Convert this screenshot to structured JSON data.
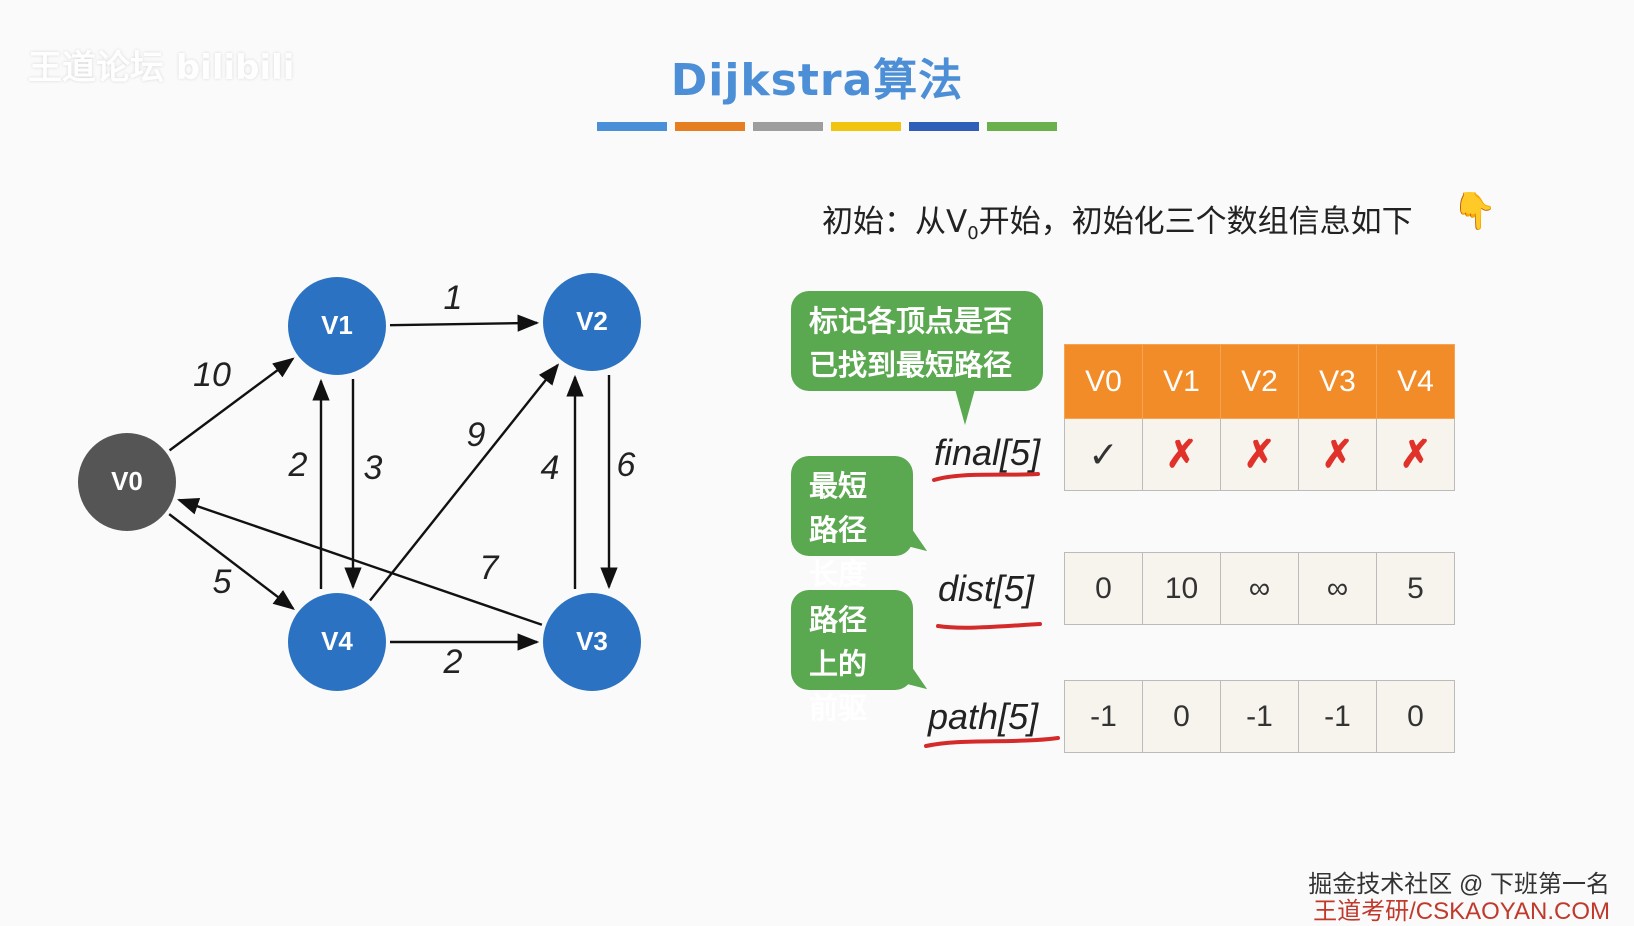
{
  "title": "Dijkstra算法",
  "title_bar_colors": [
    "#4a90d9",
    "#e67e22",
    "#9e9e9e",
    "#f1c40f",
    "#2f5fb8",
    "#6ab04c"
  ],
  "watermark_top": "王道论坛 bilibili",
  "watermark_bottom_1": "掘金技术社区 @ 下班第一名",
  "watermark_bottom_2": "王道考研/CSKAOYAN.COM",
  "init_text_before": "初始：从V",
  "init_text_sub": "0",
  "init_text_after": "开始，初始化三个数组信息如下",
  "hand_icon": "pointing-down-hand-icon",
  "graph": {
    "node_color": "#2b73c2",
    "start_node_color": "#555555",
    "nodes": [
      {
        "id": "V0",
        "label": "V0"
      },
      {
        "id": "V1",
        "label": "V1"
      },
      {
        "id": "V2",
        "label": "V2"
      },
      {
        "id": "V3",
        "label": "V3"
      },
      {
        "id": "V4",
        "label": "V4"
      }
    ],
    "edges": [
      {
        "from": "V0",
        "to": "V1",
        "weight": "10"
      },
      {
        "from": "V1",
        "to": "V2",
        "weight": "1"
      },
      {
        "from": "V1",
        "to": "V4",
        "weight": "2"
      },
      {
        "from": "V4",
        "to": "V1",
        "weight": "3"
      },
      {
        "from": "V4",
        "to": "V2",
        "weight": "9"
      },
      {
        "from": "V2",
        "to": "V3",
        "weight": "4"
      },
      {
        "from": "V3",
        "to": "V2",
        "weight": "6"
      },
      {
        "from": "V3",
        "to": "V0",
        "weight": "7"
      },
      {
        "from": "V0",
        "to": "V4",
        "weight": "5"
      },
      {
        "from": "V4",
        "to": "V3",
        "weight": "2"
      }
    ]
  },
  "callouts": {
    "final": "标记各顶点是否已找到最短路径",
    "dist": "最短路径长度",
    "path": "路径上的前驱"
  },
  "callout_color": "#5aa84f",
  "arrays": {
    "final_label": "final[5]",
    "dist_label": "dist[5]",
    "path_label": "path[5]",
    "headers": [
      "V0",
      "V1",
      "V2",
      "V3",
      "V4"
    ],
    "final_values": [
      "✓",
      "✗",
      "✗",
      "✗",
      "✗"
    ],
    "dist_values": [
      "0",
      "10",
      "∞",
      "∞",
      "5"
    ],
    "path_values": [
      "-1",
      "0",
      "-1",
      "-1",
      "0"
    ]
  },
  "header_color": "#f28c28",
  "underline_color": "#d42a2a"
}
